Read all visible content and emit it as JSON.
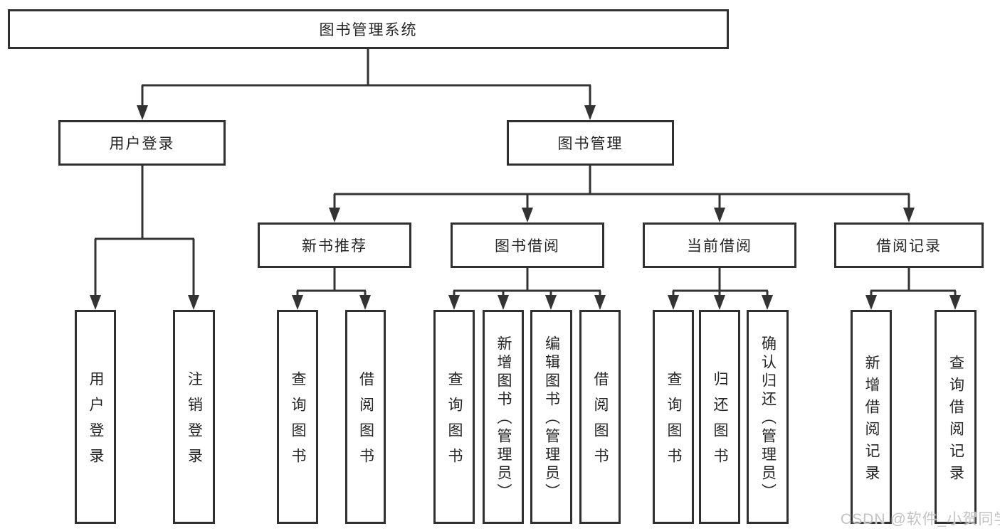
{
  "diagram": {
    "tree": {
      "label": "图书管理系统",
      "children": [
        {
          "label": "用户登录",
          "children": [
            {
              "label": "用户登录"
            },
            {
              "label": "注销登录"
            }
          ]
        },
        {
          "label": "图书管理",
          "children": [
            {
              "label": "新书推荐",
              "children": [
                {
                  "label": "查询图书"
                },
                {
                  "label": "借阅图书"
                }
              ]
            },
            {
              "label": "图书借阅",
              "children": [
                {
                  "label": "查询图书"
                },
                {
                  "label": "新增图书（管理员）"
                },
                {
                  "label": "编辑图书（管理员）"
                },
                {
                  "label": "借阅图书"
                }
              ]
            },
            {
              "label": "当前借阅",
              "children": [
                {
                  "label": "查询图书"
                },
                {
                  "label": "归还图书"
                },
                {
                  "label": "确认归还（管理员）"
                }
              ]
            },
            {
              "label": "借阅记录",
              "children": [
                {
                  "label": "新增借阅记录"
                },
                {
                  "label": "查询借阅记录"
                }
              ]
            }
          ]
        }
      ]
    },
    "colors": {
      "line": "#333333",
      "box_border": "#303030",
      "box_fill": "#ffffff",
      "text": "#252525",
      "watermark": "#c3c3c3"
    }
  },
  "watermark": {
    "text": "CSDN @软件_小贺同学"
  }
}
